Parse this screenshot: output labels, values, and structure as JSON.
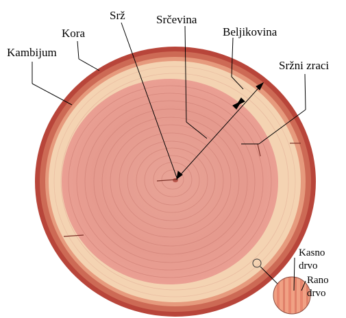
{
  "labels": {
    "srz": "Srž",
    "srcevina": "Srčevina",
    "kora": "Kora",
    "beljikovina": "Beljikovina",
    "kambijum": "Kambijum",
    "srzni_zraci": "Sržni zraci",
    "kasno_drvo_1": "Kasno",
    "kasno_drvo_2": "drvo",
    "rano_drvo_1": "Rano",
    "rano_drvo_2": "drvo"
  },
  "colors": {
    "bark_outer": "#b8453a",
    "bark_inner": "#d9745e",
    "cambium": "#e69a7d",
    "sapwood": "#f4d3b2",
    "heartwood": "#e99f92",
    "heartwood_core": "#e39487",
    "rings": "#c7746b",
    "leader": "#000000"
  }
}
